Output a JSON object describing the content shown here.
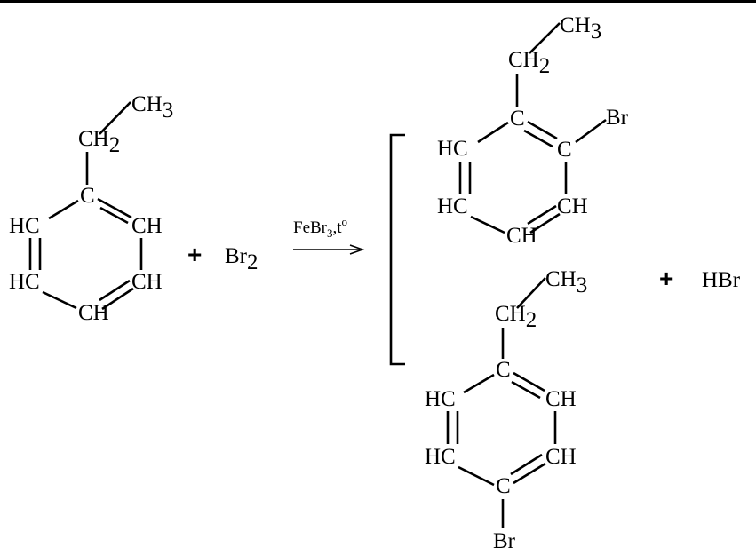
{
  "reaction": {
    "reactant": {
      "ch3": "CH",
      "ch3_sub": "3",
      "ch2": "CH",
      "ch2_sub": "2",
      "c": "C",
      "hc_top": "HC",
      "ch_top": "CH",
      "hc_bottom": "HC",
      "ch_bottom": "CH",
      "ch_base": "CH"
    },
    "plus_1": "+",
    "reagent": {
      "text": "Br",
      "sub": "2"
    },
    "conditions": {
      "main": "FeBr",
      "sub": "3",
      "rest": ",t",
      "degree": "o"
    },
    "product_ortho": {
      "ch3": "CH",
      "ch3_sub": "3",
      "ch2": "CH",
      "ch2_sub": "2",
      "c_top": "C",
      "c_right": "C",
      "br": "Br",
      "hc_top": "HC",
      "hc_bottom": "HC",
      "ch_right": "CH",
      "ch_base": "CH"
    },
    "product_para": {
      "ch3": "CH",
      "ch3_sub": "3",
      "ch2": "CH",
      "ch2_sub": "2",
      "c_top": "C",
      "c_bottom": "C",
      "hc_top": "HC",
      "ch_top": "CH",
      "hc_bottom": "HC",
      "ch_bottom": "CH",
      "br": "Br"
    },
    "plus_2": "+",
    "byproduct": "HBr"
  }
}
